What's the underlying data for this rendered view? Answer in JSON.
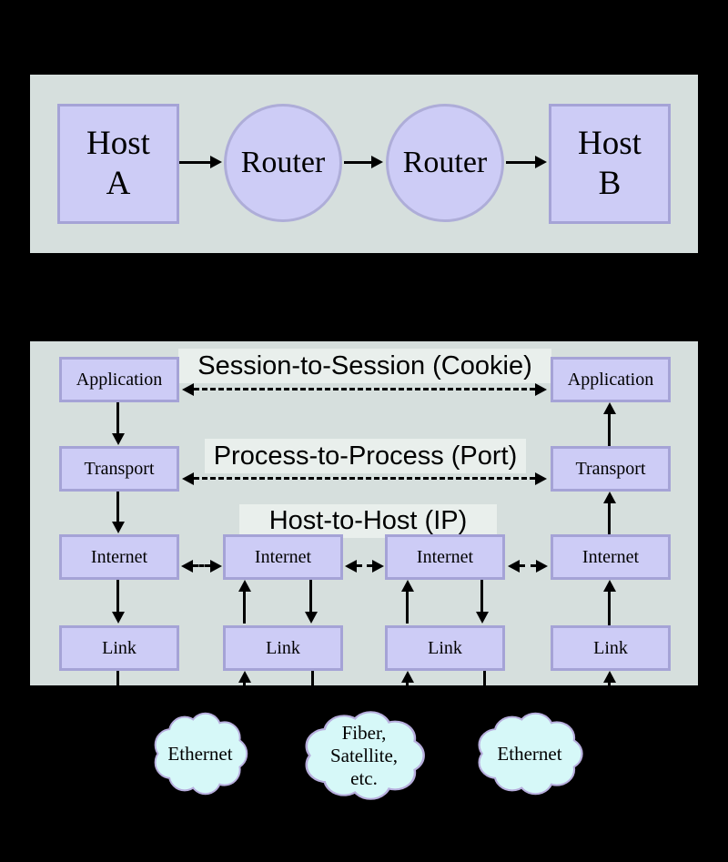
{
  "colors": {
    "page_bg": "#000000",
    "panel_bg": "#d6dfdd",
    "node_fill": "#cdccf6",
    "node_border": "#a5a3d6",
    "circle_border": "#aeadd8",
    "strip_bg": "#e9efec",
    "cloud_fill": "#d6f8f8",
    "cloud_border": "#b7aedd",
    "arrow_color": "#000000",
    "text_color": "#000000"
  },
  "top_diagram": {
    "nodes": [
      {
        "id": "host-a",
        "shape": "rect",
        "label_lines": [
          "Host",
          "A"
        ]
      },
      {
        "id": "router-1",
        "shape": "circle",
        "label_lines": [
          "Router"
        ]
      },
      {
        "id": "router-2",
        "shape": "circle",
        "label_lines": [
          "Router"
        ]
      },
      {
        "id": "host-b",
        "shape": "rect",
        "label_lines": [
          "Host",
          "B"
        ]
      }
    ]
  },
  "stack_diagram": {
    "scope_labels": [
      {
        "id": "session",
        "text": "Session-to-Session (Cookie)"
      },
      {
        "id": "process",
        "text": "Process-to-Process (Port)"
      },
      {
        "id": "host",
        "text": "Host-to-Host (IP)"
      }
    ],
    "columns": [
      {
        "id": "host-a-stack",
        "layers": [
          "Application",
          "Transport",
          "Internet",
          "Link"
        ]
      },
      {
        "id": "router-1-stack",
        "layers": [
          "Internet",
          "Link"
        ]
      },
      {
        "id": "router-2-stack",
        "layers": [
          "Internet",
          "Link"
        ]
      },
      {
        "id": "host-b-stack",
        "layers": [
          "Application",
          "Transport",
          "Internet",
          "Link"
        ]
      }
    ]
  },
  "clouds": [
    {
      "id": "cloud-1",
      "label_lines": [
        "Ethernet"
      ]
    },
    {
      "id": "cloud-2",
      "label_lines": [
        "Fiber,",
        "Satellite,",
        "etc."
      ]
    },
    {
      "id": "cloud-3",
      "label_lines": [
        "Ethernet"
      ]
    }
  ]
}
